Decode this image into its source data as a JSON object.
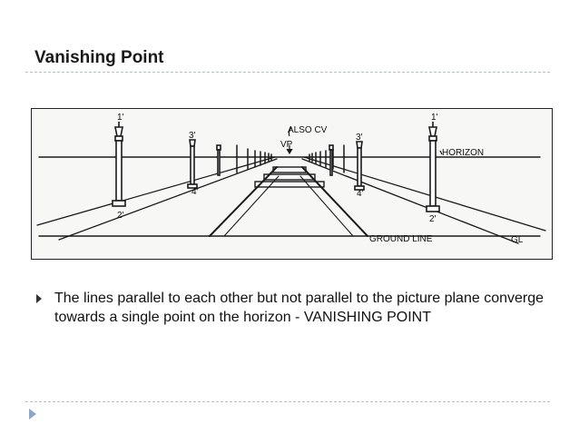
{
  "title": "Vanishing Point",
  "figure": {
    "labels": {
      "also_cv": "ALSO CV",
      "vp": "VP",
      "horizon": "HORIZON",
      "ground_line": "GROUND LINE",
      "gl": "GL",
      "post_1_left": "1'",
      "post_1_right": "1'",
      "post_3_left": "3'",
      "post_3_right": "3'",
      "post_2_left": "2'",
      "post_2_right": "2'",
      "post_4_left": "4'",
      "post_4_right": "4'"
    }
  },
  "bullet": {
    "text": "The lines parallel to each other but not parallel to the picture plane converge towards a single point on the horizon - VANISHING POINT"
  }
}
